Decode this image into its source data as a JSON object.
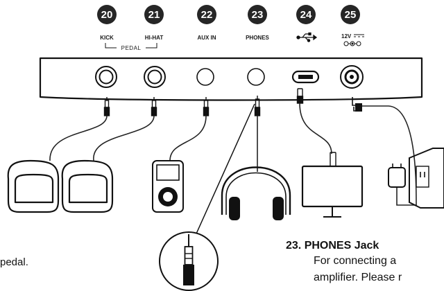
{
  "badges": [
    {
      "number": "20",
      "label": "KICK"
    },
    {
      "number": "21",
      "label": "HI-HAT"
    },
    {
      "number": "22",
      "label": "AUX IN"
    },
    {
      "number": "23",
      "label": "PHONES"
    },
    {
      "number": "24",
      "label": "usb-symbol-icon"
    },
    {
      "number": "25",
      "label": "12V"
    }
  ],
  "pedal_group_label": "PEDAL",
  "captions": {
    "left_fragment": "pedal.",
    "section_title": "23. PHONES Jack",
    "line1": "For connecting a",
    "line2": "amplifier. Please r"
  },
  "colors": {
    "badge_fill": "#262626",
    "stroke": "#111111"
  }
}
